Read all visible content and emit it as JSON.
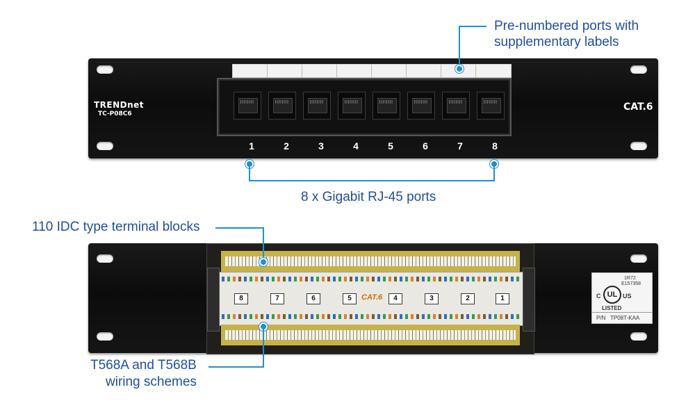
{
  "callouts": {
    "prenumbered": [
      "Pre-numbered ports with",
      "supplementary labels"
    ],
    "ports": "8 x Gigabit RJ-45 ports",
    "idc": "110 IDC type terminal blocks",
    "wiring": [
      "T568A and T568B",
      "wiring schemes"
    ]
  },
  "front_panel": {
    "brand": "TRENDnet",
    "model": "TC-P08C6",
    "category": "CAT.6",
    "port_numbers": [
      "1",
      "2",
      "3",
      "4",
      "5",
      "6",
      "7",
      "8"
    ]
  },
  "back_panel": {
    "block_numbers": [
      "8",
      "7",
      "6",
      "5",
      "4",
      "3",
      "2",
      "1"
    ],
    "cat_badge": "CAT.6",
    "ul": {
      "top_code": "1R72",
      "serial": "E157358",
      "mark": "UL",
      "c": "C",
      "us": "US",
      "listed": "LISTED",
      "pn_label": "P/N",
      "pn": "TP08T-KAA"
    }
  },
  "colors": {
    "callout_text": "#1f4e9c",
    "callout_line": "#1f8fd0",
    "panel": "#111111"
  }
}
